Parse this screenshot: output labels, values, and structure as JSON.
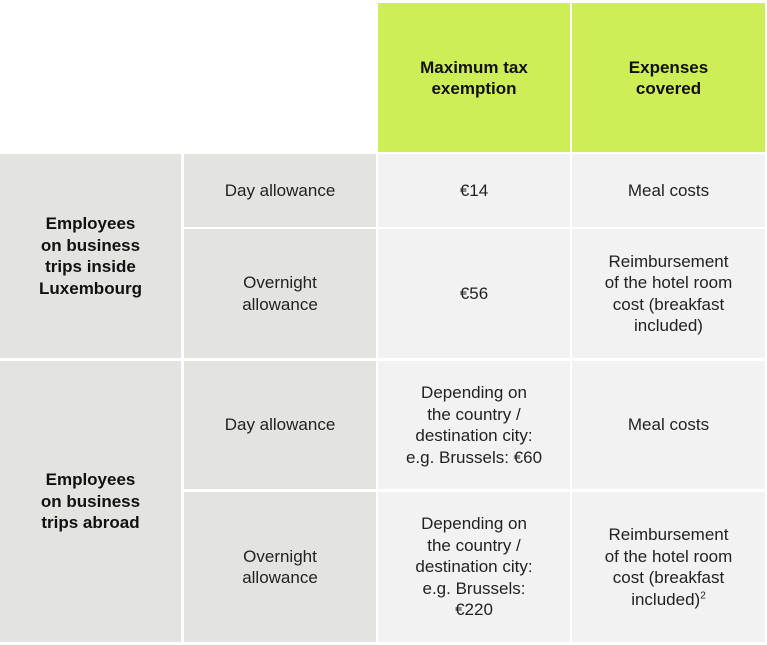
{
  "headers": {
    "max_tax_exemption": "Maximum tax\nexemption",
    "expenses_covered": "Expenses\ncovered"
  },
  "groups": [
    {
      "label": "Employees\non business\ntrips inside\nLuxembourg",
      "rows": [
        {
          "type": "Day allowance",
          "exemption": "€14",
          "expenses": "Meal costs"
        },
        {
          "type": "Overnight\nallowance",
          "exemption": "€56",
          "expenses": "Reimbursement\nof the hotel room\ncost (breakfast\nincluded)"
        }
      ]
    },
    {
      "label": "Employees\non business\ntrips abroad",
      "rows": [
        {
          "type": "Day allowance",
          "exemption": "Depending on\nthe country /\ndestination city:\ne.g. Brussels: €60",
          "expenses": "Meal costs"
        },
        {
          "type": "Overnight\nallowance",
          "exemption": "Depending on\nthe country /\ndestination city:\ne.g. Brussels:\n€220",
          "expenses": "Reimbursement\nof the hotel room\ncost (breakfast\nincluded)",
          "expenses_footnote": "2"
        }
      ]
    }
  ],
  "colors": {
    "header_bg": "#cdee57",
    "label_bg": "#e3e3e1",
    "value_bg": "#f2f2f2"
  }
}
